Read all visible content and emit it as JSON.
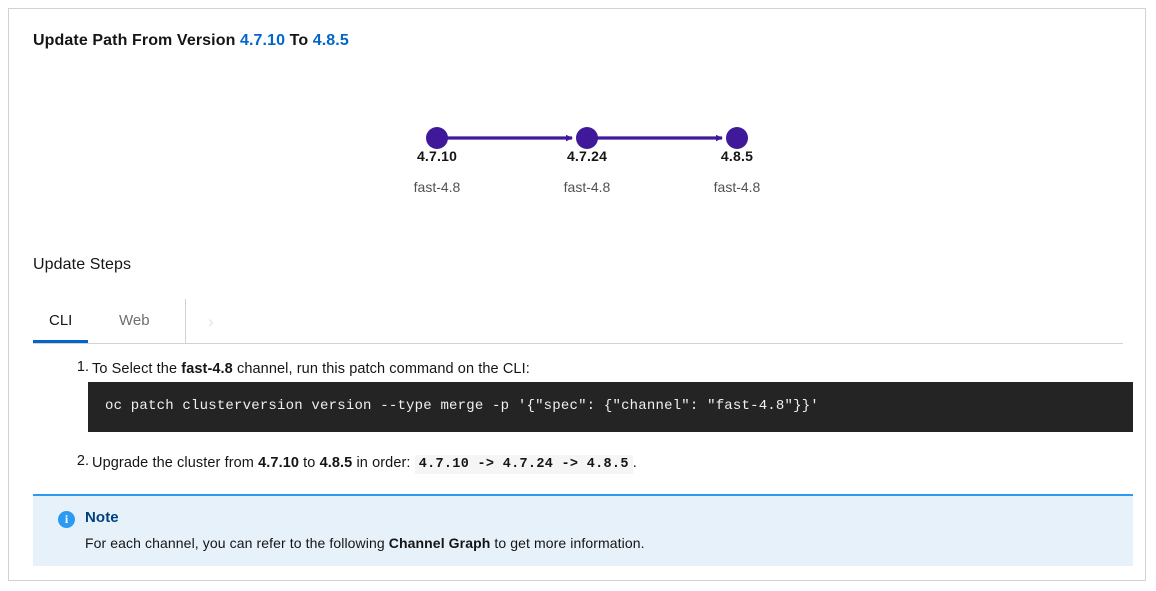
{
  "card": {
    "title_prefix": "Update Path From Version",
    "from_version": "4.7.10",
    "conjunction": "To",
    "to_version": "4.8.5"
  },
  "graph": {
    "accent_color": "#40199a",
    "nodes": [
      {
        "version": "4.7.10",
        "channel": "fast-4.8"
      },
      {
        "version": "4.7.24",
        "channel": "fast-4.8"
      },
      {
        "version": "4.8.5",
        "channel": "fast-4.8"
      }
    ]
  },
  "steps_section": {
    "heading": "Update Steps",
    "tabs": [
      {
        "label": "CLI",
        "active": true
      },
      {
        "label": "Web",
        "active": false
      }
    ],
    "scroll_icon": "chevron-right-icon",
    "scroll_glyph": "›"
  },
  "steps": [
    {
      "number": "1.",
      "text_before": "To Select the ",
      "channel": "fast-4.8",
      "text_after": " channel, run this patch command on the CLI:",
      "code": "oc patch clusterversion version --type merge -p '{\"spec\": {\"channel\": \"fast-4.8\"}}'"
    },
    {
      "number": "2.",
      "text_before": "Upgrade the cluster from ",
      "from_version": "4.7.10",
      "text_middle": " to ",
      "to_version": "4.8.5",
      "text_order_label": " in order: ",
      "order_code": "4.7.10 -> 4.7.24 -> 4.8.5",
      "text_after": "."
    }
  ],
  "alert": {
    "icon": "info-circle-icon",
    "icon_glyph": "i",
    "title": "Note",
    "body_before": "For each channel, you can refer to the following ",
    "body_link": "Channel Graph",
    "body_after": " to get more information.",
    "accent_color": "#2b9af3",
    "background_color": "#e7f1fa"
  }
}
